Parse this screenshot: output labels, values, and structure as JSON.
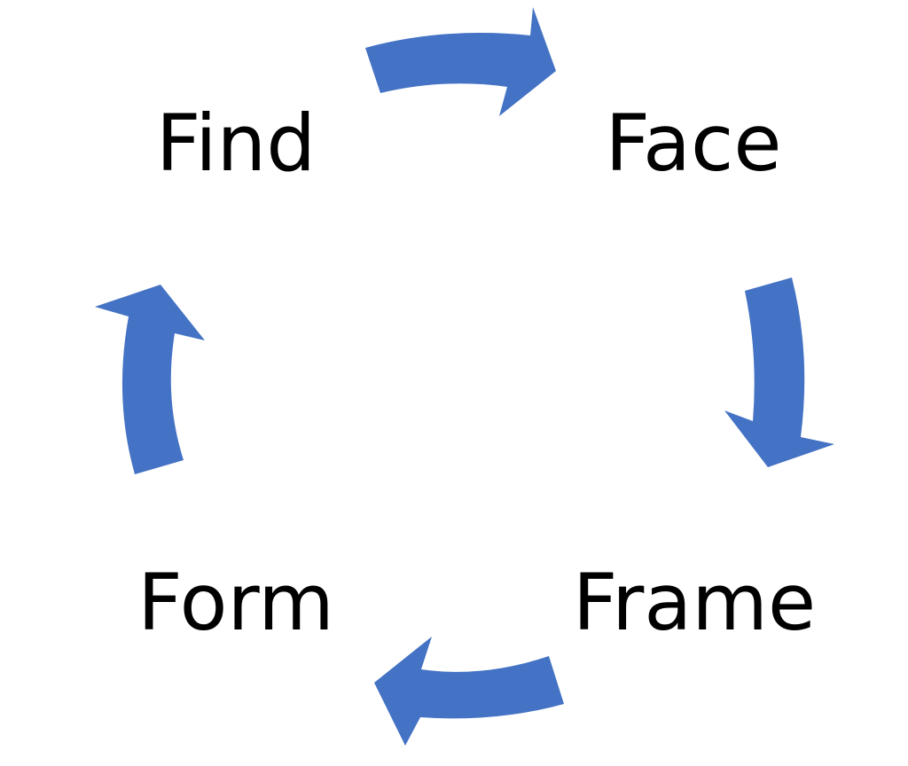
{
  "cycle": {
    "steps": [
      {
        "label": "Find"
      },
      {
        "label": "Face"
      },
      {
        "label": "Frame"
      },
      {
        "label": "Form"
      }
    ]
  },
  "colors": {
    "arrow": "#4472C4",
    "text": "#000000",
    "background": "#FFFFFF"
  }
}
